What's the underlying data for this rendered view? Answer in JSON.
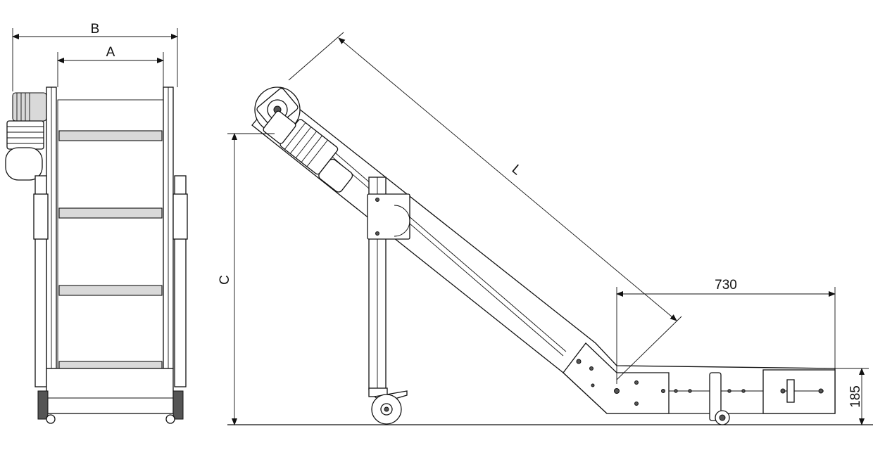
{
  "labels": {
    "dim_b": "B",
    "dim_a": "A",
    "dim_c": "C",
    "dim_l": "L",
    "dim_length": "730",
    "dim_height": "185"
  }
}
